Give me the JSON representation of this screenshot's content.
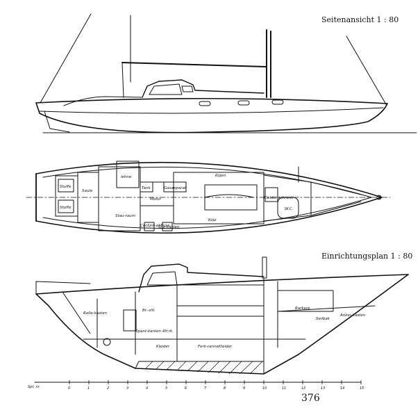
{
  "titles": {
    "side_view": "Seitenansicht 1 : 80",
    "interior_plan": "Einrichtungsplan 1 : 80"
  },
  "page_number": "376",
  "deck_labels": {
    "stuffe_1": "Stuffe",
    "stuffe_2": "Stuffe",
    "saule": "Saule",
    "lehne": "lehne",
    "tank": "Tank",
    "motor": "Motor",
    "gasapparat": "Gasapparat",
    "kojen_top": "Kojen",
    "kojen_bottom": "Koje",
    "stauraum": "Stau-raum",
    "kleiderschrank": "Kleider-schrank",
    "wc": "W.C.",
    "cockpit_small_1": "Cockpit-abfluss",
    "cockpit_small_2": "Sitz-kasten"
  },
  "profile_labels": {
    "rolle": "Rolle-kasten",
    "brett": "Br.-slit.",
    "kleider_1": "Kleider",
    "ferkel": "Ferk-ranne",
    "kleider_2": "Kleider",
    "rarkere": "Rarkere",
    "seilbak": "Seilbak",
    "anker": "Anker-kasten",
    "spant_note": "Spant-kanten 4fr.rk."
  },
  "scale": {
    "label": "Spt. nr.",
    "ticks": [
      "0",
      "1",
      "2",
      "3",
      "4",
      "5",
      "6",
      "7",
      "8",
      "9",
      "10",
      "11",
      "12",
      "13",
      "14",
      "15"
    ]
  }
}
